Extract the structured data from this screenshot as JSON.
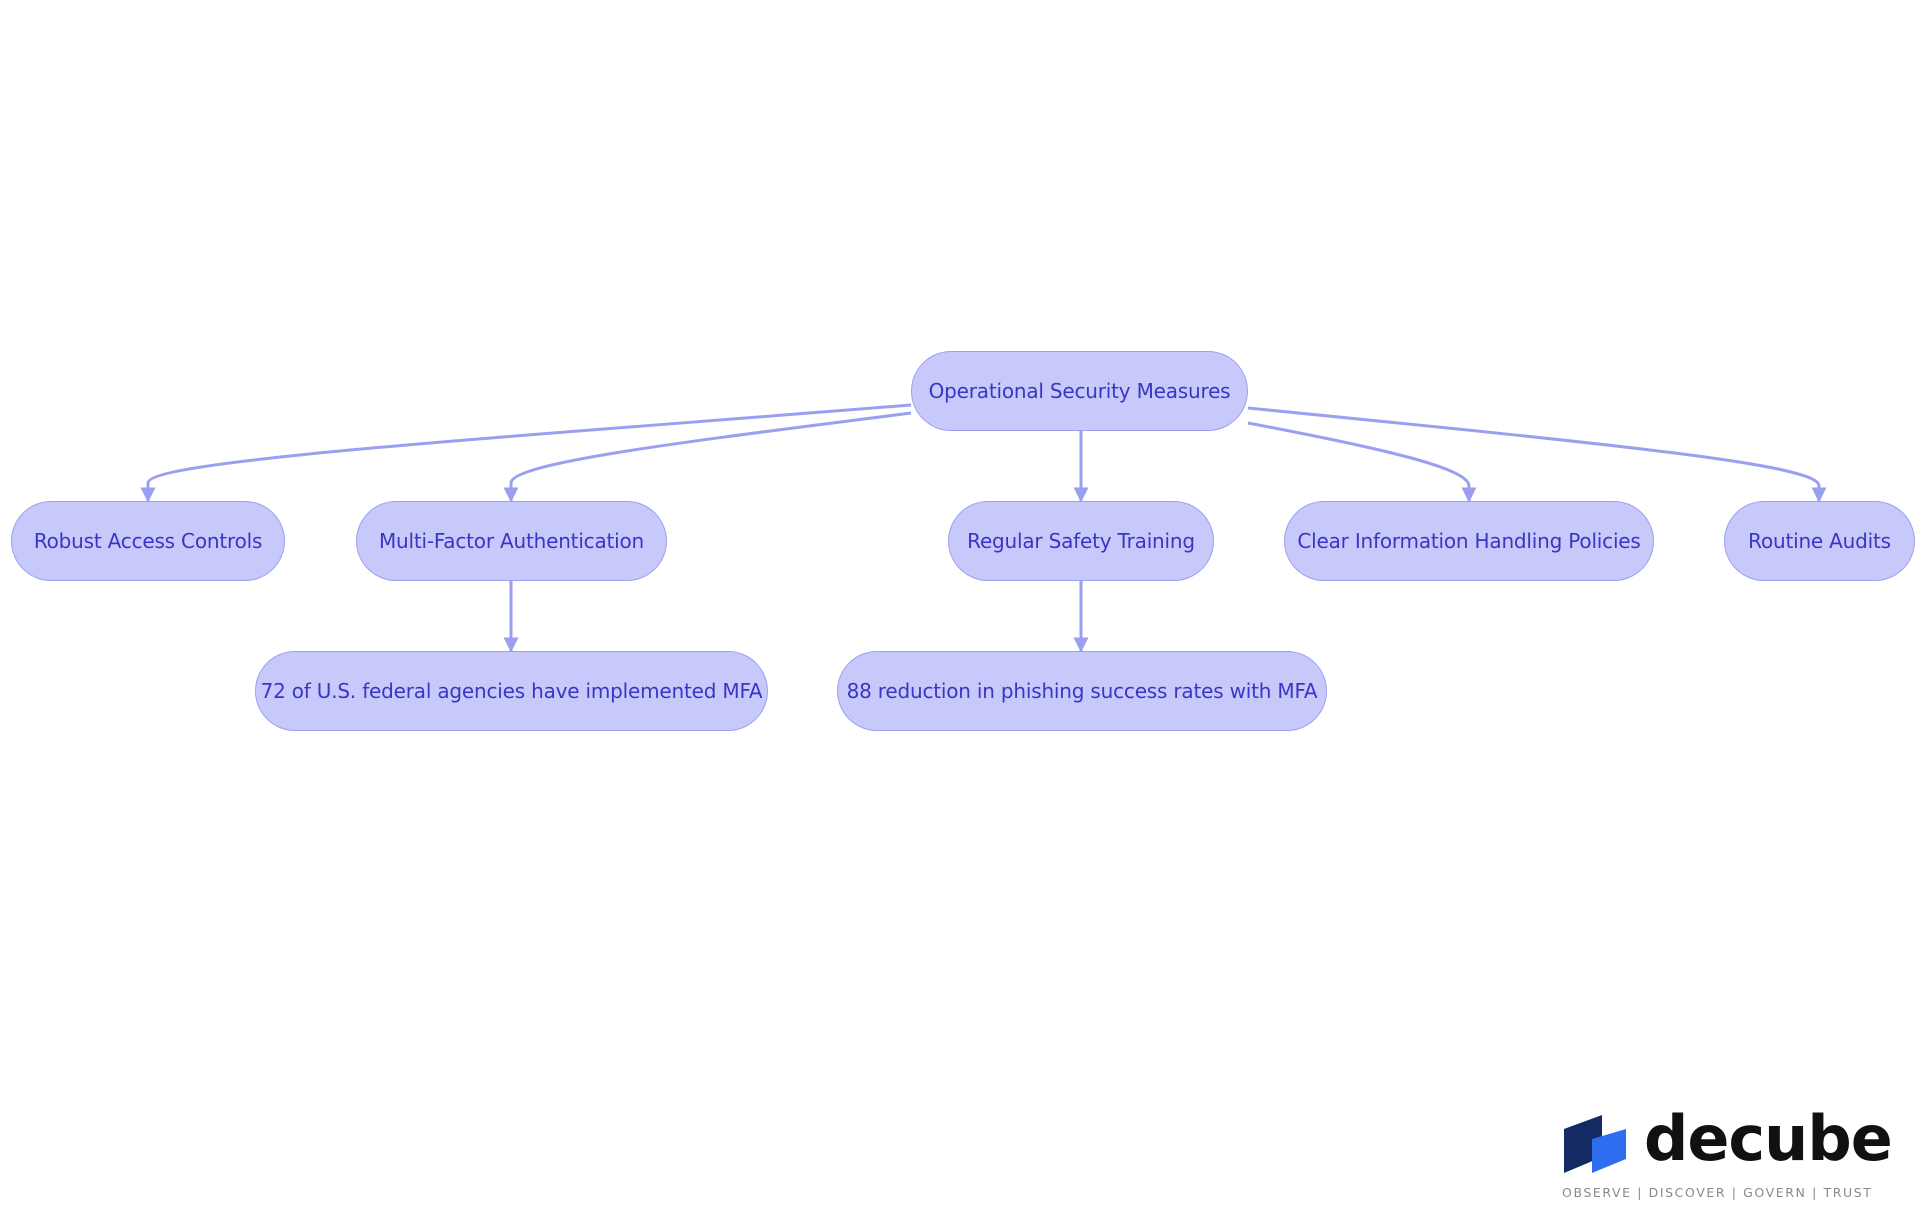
{
  "diagram": {
    "root": {
      "id": "root",
      "label": "Operational Security Measures"
    },
    "children": [
      {
        "id": "robust",
        "label": "Robust Access Controls",
        "parent": "root"
      },
      {
        "id": "mfa",
        "label": "Multi-Factor Authentication",
        "parent": "root"
      },
      {
        "id": "train",
        "label": "Regular Safety Training",
        "parent": "root"
      },
      {
        "id": "policy",
        "label": "Clear Information Handling Policies",
        "parent": "root"
      },
      {
        "id": "audit",
        "label": "Routine Audits",
        "parent": "root"
      }
    ],
    "grandchildren": [
      {
        "id": "stat1",
        "label": "72 of U.S. federal agencies have implemented MFA",
        "parent": "mfa"
      },
      {
        "id": "stat2",
        "label": "88 reduction in phishing success rates with MFA",
        "parent": "train"
      }
    ],
    "edges": [
      {
        "from": "root",
        "to": "robust"
      },
      {
        "from": "root",
        "to": "mfa"
      },
      {
        "from": "root",
        "to": "train"
      },
      {
        "from": "root",
        "to": "policy"
      },
      {
        "from": "root",
        "to": "audit"
      },
      {
        "from": "mfa",
        "to": "stat1"
      },
      {
        "from": "train",
        "to": "stat2"
      }
    ],
    "colors": {
      "node_fill": "#c8c9fb",
      "node_border": "#9b9ff0",
      "node_text": "#3b35c6",
      "edge": "#9b9ff0"
    }
  },
  "logo": {
    "wordmark": "decube",
    "tagline": "OBSERVE | DISCOVER | GOVERN | TRUST",
    "colors": {
      "dark_block": "#132a63",
      "light_block": "#2f6df0",
      "wordmark": "#111111",
      "tagline": "#8a8a8a"
    }
  }
}
